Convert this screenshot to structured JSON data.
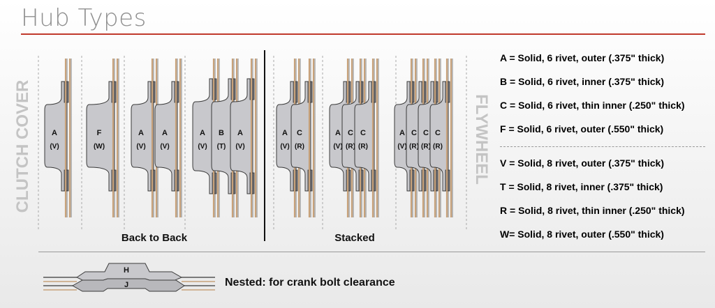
{
  "title": "Hub Types",
  "side_labels": {
    "left": "CLUTCH COVER",
    "right": "FLYWHEEL"
  },
  "group_labels": {
    "back_to_back": "Back to Back",
    "stacked": "Stacked"
  },
  "configs": [
    {
      "hubs": [
        {
          "letter": "A",
          "sub": "(V)"
        }
      ]
    },
    {
      "hubs": [
        {
          "letter": "F",
          "sub": "(W)"
        }
      ]
    },
    {
      "hubs": [
        {
          "letter": "A",
          "sub": "(V)"
        },
        {
          "letter": "A",
          "sub": "(V)"
        }
      ]
    },
    {
      "hubs": [
        {
          "letter": "A",
          "sub": "(V)"
        },
        {
          "letter": "B",
          "sub": "(T)"
        },
        {
          "letter": "A",
          "sub": "(V)"
        }
      ]
    },
    {
      "hubs": [
        {
          "letter": "A",
          "sub": "(V)"
        },
        {
          "letter": "C",
          "sub": "(R)"
        }
      ]
    },
    {
      "hubs": [
        {
          "letter": "A",
          "sub": "(V)"
        },
        {
          "letter": "C",
          "sub": "(R)"
        },
        {
          "letter": "C",
          "sub": "(R)"
        }
      ]
    },
    {
      "hubs": [
        {
          "letter": "A",
          "sub": "(V)"
        },
        {
          "letter": "C",
          "sub": "(R)"
        },
        {
          "letter": "C",
          "sub": "(R)"
        },
        {
          "letter": "C",
          "sub": "(R)"
        }
      ]
    }
  ],
  "legend": {
    "six_rivet": [
      "A = Solid, 6 rivet, outer (.375\" thick)",
      "B = Solid, 6 rivet, inner (.375\" thick)",
      "C = Solid, 6 rivet, thin inner (.250\" thick)",
      "F = Solid, 6 rivet, outer (.550\" thick)"
    ],
    "eight_rivet": [
      "V = Solid, 8 rivet, outer (.375\" thick)",
      "T = Solid, 8 rivet, inner (.375\" thick)",
      "R = Solid, 8 rivet, thin inner (.250\" thick)",
      "W= Solid, 8 rivet, outer (.550\" thick)"
    ]
  },
  "nested": {
    "top_label": "H",
    "bottom_label": "J",
    "caption": "Nested: for crank bolt clearance"
  },
  "colors": {
    "hub_fill": "#c8c8cc",
    "hub_stroke": "#3a3a3a",
    "plate": "#c8a27a",
    "title_rule": "#c0392b",
    "side_label": "#c4c4c4"
  }
}
